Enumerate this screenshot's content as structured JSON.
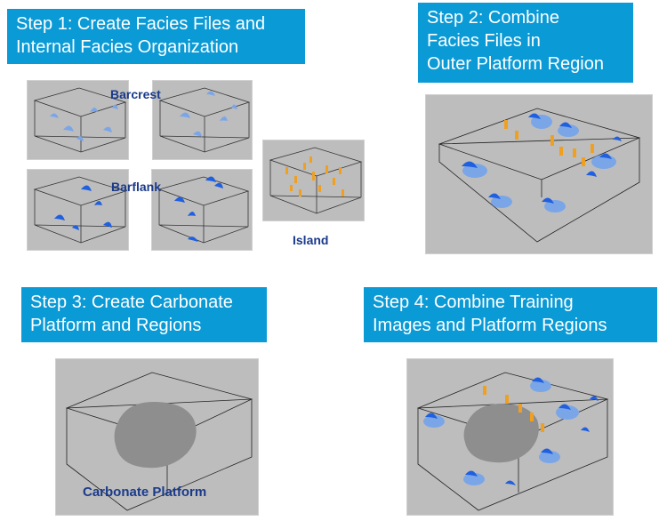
{
  "steps": [
    {
      "line1": "Step 1: Create Facies Files and",
      "line2": "Internal Facies Organization"
    },
    {
      "line1": "Step 2: Combine",
      "line2": "Facies Files in",
      "line3": "Outer Platform Region"
    },
    {
      "line1": "Step 3: Create Carbonate",
      "line2": "Platform and Regions"
    },
    {
      "line1": "Step 4: Combine Training",
      "line2": "Images and Platform Regions"
    }
  ],
  "labels": {
    "barcrest": "Barcrest",
    "barflank": "Barflank",
    "island": "Island",
    "carbonate_platform": "Carbonate Platform"
  },
  "colors": {
    "banner": "#0a9ad6",
    "panel_bg": "#bdbdbd",
    "facies_blue": "#2060e0",
    "facies_light_blue": "#7aa6e8",
    "island_orange": "#f0a020",
    "platform_gray": "#8e8e8e",
    "label_text": "#1a3a8a"
  }
}
